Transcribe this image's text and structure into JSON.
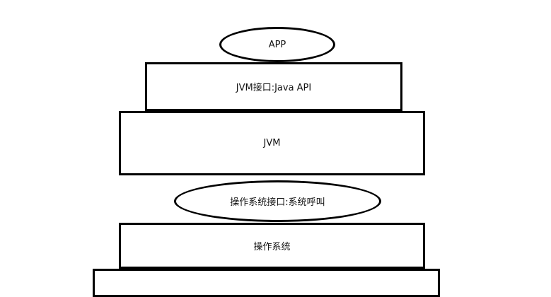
{
  "diagram": {
    "nodes": [
      {
        "id": "app",
        "shape": "ellipse",
        "label": "APP"
      },
      {
        "id": "jvm-api",
        "shape": "rect",
        "label": "JVM接口:Java API"
      },
      {
        "id": "jvm",
        "shape": "rect",
        "label": "JVM"
      },
      {
        "id": "os-syscall",
        "shape": "ellipse",
        "label": "操作系统接口:系统呼叫"
      },
      {
        "id": "os",
        "shape": "rect",
        "label": "操作系统"
      },
      {
        "id": "hardware",
        "shape": "rect",
        "label": ""
      }
    ],
    "colors": {
      "stroke": "#000000",
      "fill": "#ffffff",
      "text": "#111111"
    }
  }
}
